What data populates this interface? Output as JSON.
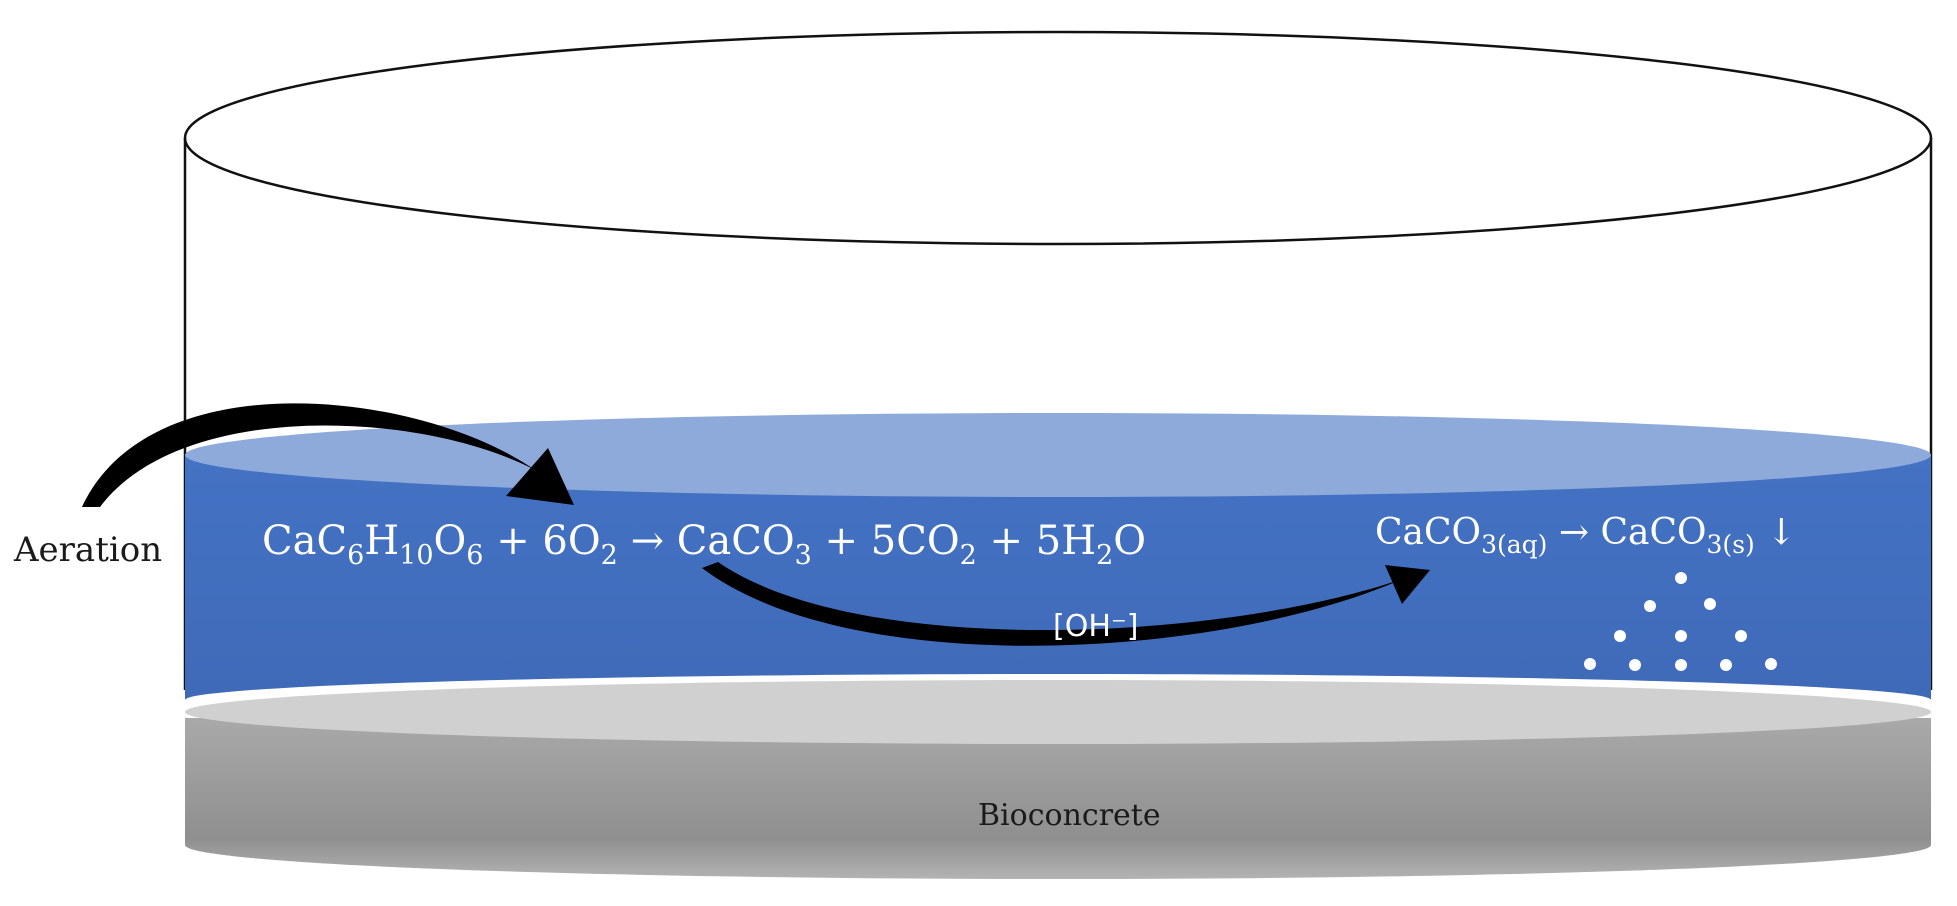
{
  "labels": {
    "aeration": "Aeration",
    "bioconcrete": "Bioconcrete",
    "hydroxide": "[OH⁻]"
  },
  "reaction_main": {
    "ca": "CaC",
    "c_sub": "6",
    "h": "H",
    "h_sub": "10",
    "o": "O",
    "o_sub": "6",
    "plus_oxygen": " + 6O",
    "oxygen_sub": "2",
    "arrow_carbonate": " → CaCO",
    "carbonate_sub": "3",
    "plus_co2": " + 5CO",
    "co2_sub": "2",
    "plus_water": " + 5H",
    "water_sub": "2",
    "water_tail": "O"
  },
  "reaction_precip": {
    "left": "CaCO",
    "left_sub": "3(aq)",
    "arrow": " → CaCO",
    "right_sub": "3(s)",
    "down": " ↓"
  },
  "colors": {
    "water": "#4472c4",
    "water_surface": "#8eaadb",
    "concrete_side": "#9e9e9e",
    "concrete_top": "#d0d0d0",
    "outline": "#111111",
    "text_light": "#ffffff",
    "text_dark": "#1a1a1a"
  }
}
